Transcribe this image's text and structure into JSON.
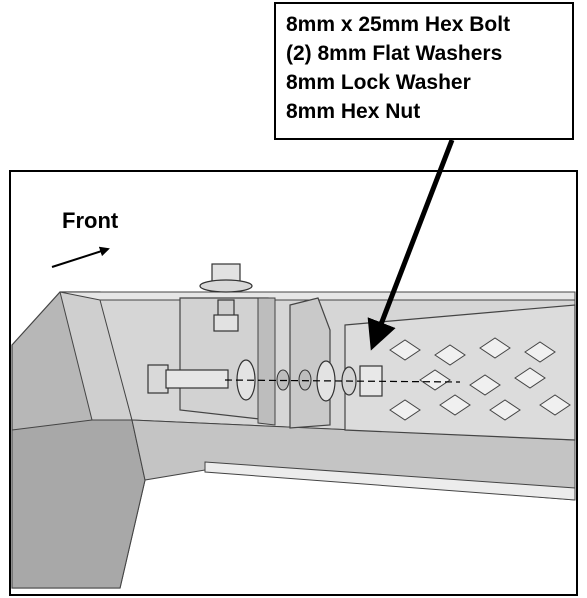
{
  "callout": {
    "lines": [
      "8mm x 25mm Hex Bolt",
      "(2) 8mm Flat Washers",
      "8mm Lock Washer",
      "8mm Hex Nut"
    ]
  },
  "front_label": "Front",
  "colors": {
    "panel": "#d9d9d9",
    "panel_dark": "#a9a9a9",
    "steel": "#c8c8c8",
    "outline": "#000000"
  }
}
